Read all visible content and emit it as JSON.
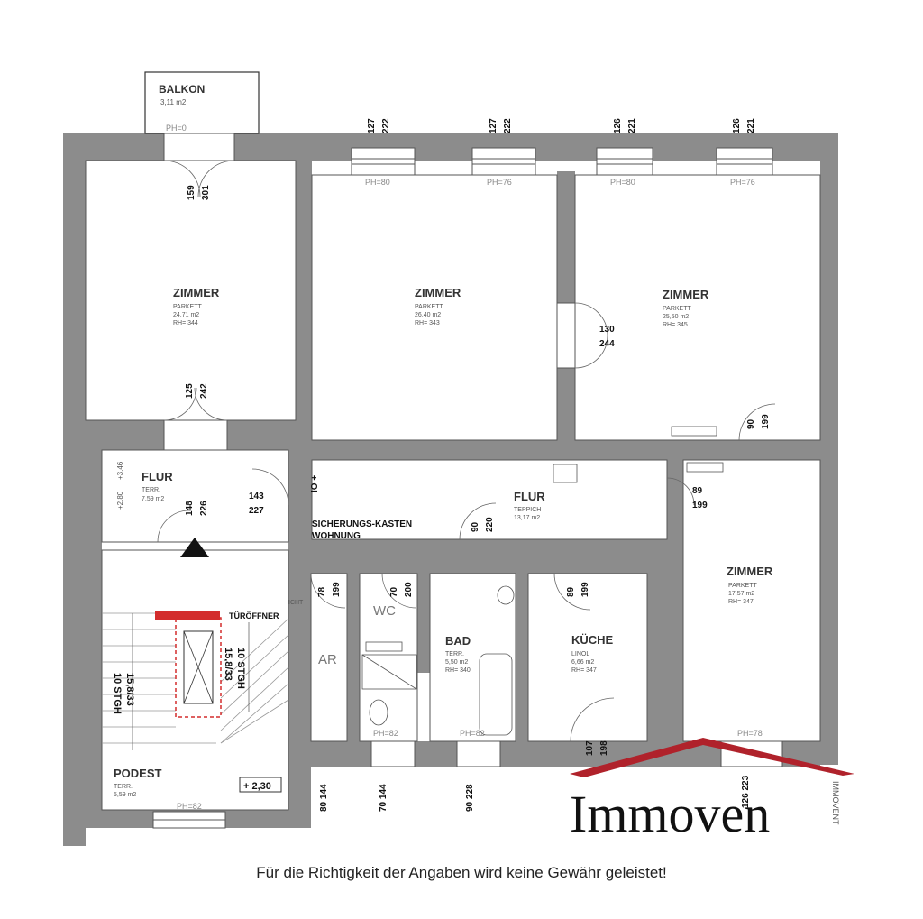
{
  "rooms": {
    "balkon": {
      "name": "BALKON",
      "area": "3,11 m2",
      "ph": "PH=0"
    },
    "zimmer1": {
      "name": "ZIMMER",
      "floor": "PARKETT",
      "area": "24,71 m2",
      "rh": "RH= 344"
    },
    "zimmer2": {
      "name": "ZIMMER",
      "floor": "PARKETT",
      "area": "26,40 m2",
      "rh": "RH= 343"
    },
    "zimmer3": {
      "name": "ZIMMER",
      "floor": "PARKETT",
      "area": "25,50 m2",
      "rh": "RH= 345"
    },
    "zimmer4": {
      "name": "ZIMMER",
      "floor": "PARKETT",
      "area": "17,57 m2",
      "rh": "RH= 347"
    },
    "flur1": {
      "name": "FLUR",
      "floor": "TERR.",
      "area": "7,59 m2"
    },
    "flur2": {
      "name": "FLUR",
      "floor": "TEPPICH",
      "area": "13,17 m2"
    },
    "wc": {
      "name": "WC"
    },
    "ar": {
      "name": "AR"
    },
    "bad": {
      "name": "BAD",
      "floor": "TERR.",
      "area": "5,50 m2",
      "rh": "RH= 340"
    },
    "kueche": {
      "name": "KÜCHE",
      "floor": "LINOL",
      "area": "6,66 m2",
      "rh": "RH= 347"
    },
    "podest": {
      "name": "PODEST",
      "floor": "TERR.",
      "area": "5,59 m2",
      "ph": "PH=82"
    }
  },
  "windows": [
    {
      "w": "127",
      "h": "222",
      "ph": "PH=80"
    },
    {
      "w": "127",
      "h": "222",
      "ph": "PH=76"
    },
    {
      "w": "126",
      "h": "221",
      "ph": "PH=80"
    },
    {
      "w": "126",
      "h": "221",
      "ph": "PH=76"
    }
  ],
  "doors": {
    "balkon": {
      "w": "159",
      "h": "301"
    },
    "zimmer1": {
      "w": "125",
      "h": "242"
    },
    "z2z3": {
      "w": "130",
      "h": "244"
    },
    "z3": {
      "w": "90",
      "h": "199"
    },
    "entry": {
      "w": "148",
      "h": "226"
    },
    "flur": {
      "w": "143",
      "h": "227"
    },
    "flur2": {
      "w": "90",
      "h": "220"
    },
    "ar": {
      "w": "78",
      "h": "199"
    },
    "wc": {
      "w": "70",
      "h": "200"
    },
    "kueche": {
      "w": "89",
      "h": "199"
    },
    "z4": {
      "w": "89",
      "h": "199"
    },
    "kueche_low": {
      "w": "107",
      "h": "198"
    }
  },
  "labels": {
    "sicherungskasten": "SICHERUNGS-KASTEN",
    "wohnung": "WOHNUNG",
    "tueroeffner": "TÜRÖFFNER",
    "stairs": "10 STGH",
    "stairs_ratio": "15,8/33",
    "level": "+ 2,30",
    "lvl1": "+3,46",
    "lvl2": "+2,80",
    "io": "IO +",
    "wc_ph": "PH=82",
    "bad_ph": "PH=82",
    "z4_ph": "PH=78",
    "bottom_dims": [
      "80 144",
      "70 144",
      "90 228",
      "126 223"
    ],
    "wc_w": "PH=82",
    "cut_text": "ICHT"
  },
  "logo": {
    "name": "Immoven",
    "side_text": "IMMOVENT",
    "roof_color": "#b0222b"
  },
  "disclaimer": "Für die Richtigkeit der Angaben wird keine Gewähr geleistet!",
  "colors": {
    "wall": "#8c8c8c",
    "line": "#333333",
    "accent_red": "#d32d2d"
  }
}
